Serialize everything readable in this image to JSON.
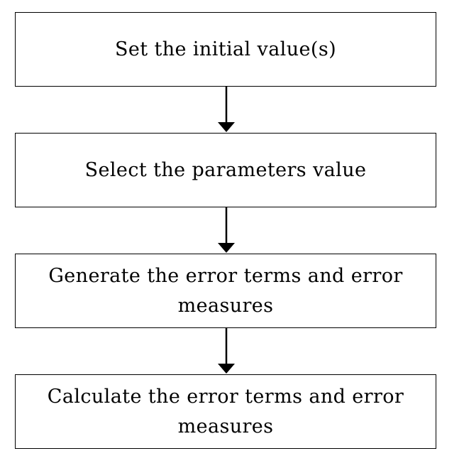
{
  "flowchart": {
    "steps": [
      {
        "label": "Set the initial value(s)"
      },
      {
        "label": "Select the parameters value"
      },
      {
        "label": "Generate the error terms and error measures"
      },
      {
        "label": "Calculate the error terms and error measures"
      }
    ]
  }
}
